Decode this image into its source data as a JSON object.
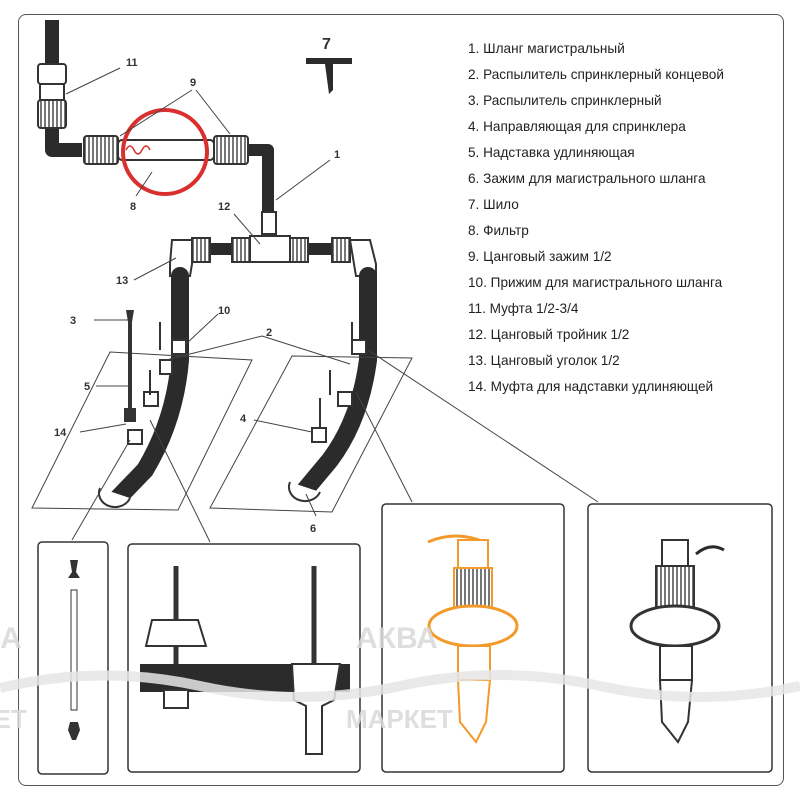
{
  "legend": [
    "1. Шланг магистральный",
    "2. Распылитель спринклерный концевой",
    "3. Распылитель спринклерный",
    "4. Направляющая для спринклера",
    "5. Надставка удлиняющая",
    "6. Зажим для магистрального шланга",
    "7. Шило",
    "8. Фильтр",
    "9. Цанговый зажим 1/2",
    "10. Прижим для магистрального шланга",
    "11. Муфта 1/2-3/4",
    "12. Цанговый тройник 1/2",
    "13. Цанговый уголок 1/2",
    "14. Муфта для надставки удлиняющей"
  ],
  "callouts": {
    "n1": "1",
    "n2": "2",
    "n3": "3",
    "n4": "4",
    "n5": "5",
    "n6": "6",
    "n7": "7",
    "n8": "8",
    "n9": "9",
    "n10": "10",
    "n11": "11",
    "n12": "12",
    "n13": "13",
    "n14": "14"
  },
  "watermark": {
    "line1": "АКВА",
    "line2": "МАРКЕТ"
  },
  "colors": {
    "hose": "#2b2b2b",
    "accent_orange": "#f39a2b",
    "highlight_ring": "#d9302f",
    "stroke": "#333333"
  }
}
